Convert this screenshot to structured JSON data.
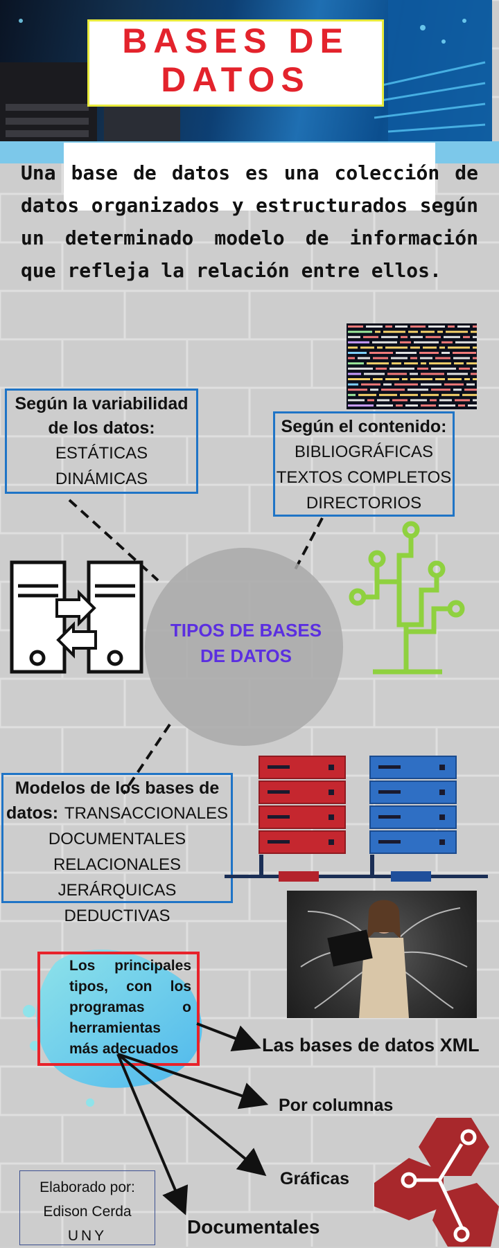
{
  "title": {
    "line1": "BASES DE",
    "line2": "DATOS"
  },
  "intro": "Una base de datos es una colección de datos organizados y estructurados según un determinado modelo de información que refleja la relación entre ellos.",
  "variability": {
    "heading_line1": "Según la variabilidad",
    "heading_line2": "de los datos:",
    "items": [
      "ESTÁTICAS",
      "DINÁMICAS"
    ]
  },
  "content": {
    "heading": "Según el contenido:",
    "items": [
      "BIBLIOGRÁFICAS",
      "TEXTOS COMPLETOS",
      "DIRECTORIOS"
    ]
  },
  "center": {
    "line1": "TIPOS DE BASES",
    "line2": "DE DATOS"
  },
  "models": {
    "heading_line1": "Modelos de los bases de",
    "heading_line2": "datos:",
    "items": [
      "TRANSACCIONALES",
      "DOCUMENTALES",
      "RELACIONALES",
      "JERÁRQUICAS  DEDUCTIVAS"
    ]
  },
  "tools": "Los principales tipos, con los programas o herramientas más adecuados",
  "types": {
    "xml": "Las bases de datos XML",
    "columns": "Por columnas",
    "graphs": "Gráficas",
    "documents": "Documentales"
  },
  "credit": {
    "line1": "Elaborado por:",
    "line2": "Edison Cerda",
    "line3": "UNY"
  },
  "colors": {
    "title_red": "#e3232c",
    "box_blue": "#1f74c6",
    "circuit_green": "#8fd13f",
    "center_text": "#5b2fe0",
    "hex_red": "#a8282c"
  }
}
